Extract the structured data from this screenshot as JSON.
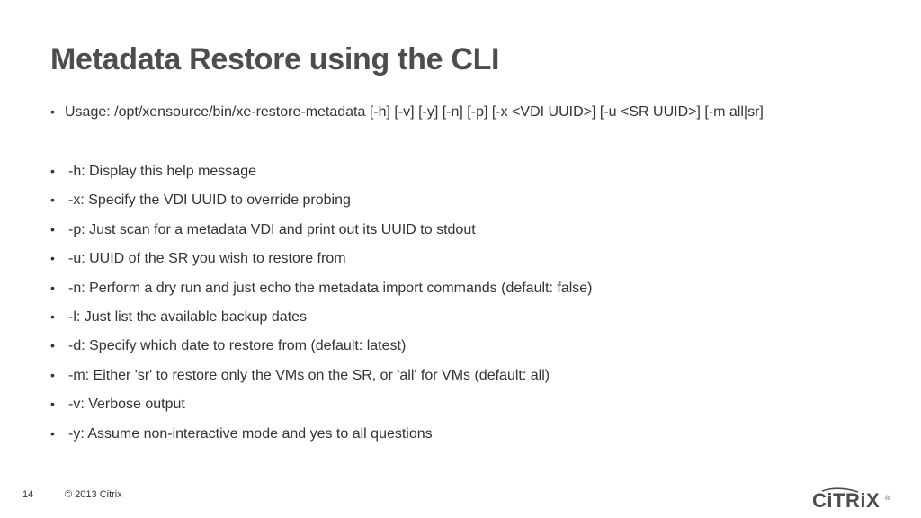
{
  "slide": {
    "title": "Metadata Restore using the CLI",
    "usage": "Usage: /opt/xensource/bin/xe-restore-metadata [-h] [-v] [-y] [-n] [-p] [-x <VDI UUID>] [-u <SR UUID>] [-m all|sr]",
    "bullet_symbol": "•",
    "options": [
      {
        "text": "-h: Display this help message"
      },
      {
        "text": "-x: Specify the VDI UUID to override probing"
      },
      {
        "text": "-p: Just scan for a metadata VDI and print out its UUID to stdout"
      },
      {
        "text": "-u: UUID of the SR you wish to restore from"
      },
      {
        "text": "-n: Perform a dry run and just echo the metadata import commands (default: false)"
      },
      {
        "text": "-l: Just list the available backup dates"
      },
      {
        "text": "-d: Specify which date to restore from (default: latest)"
      },
      {
        "text": "-m: Either 'sr' to restore only the VMs on the SR, or 'all' for VMs (default: all)"
      },
      {
        "text": "-v: Verbose output"
      },
      {
        "text": "-y: Assume non-interactive mode and yes to all questions"
      }
    ]
  },
  "footer": {
    "page_number": "14",
    "copyright": "© 2013 Citrix",
    "logo_text": "CiTRiX",
    "logo_mark": "®"
  },
  "colors": {
    "title": "#4d4d4d",
    "body_text": "#333333",
    "logo": "#4d4d4d"
  }
}
